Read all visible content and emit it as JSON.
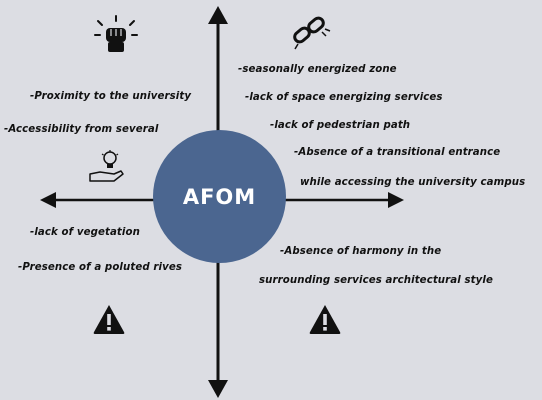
{
  "center_label": "AFOM",
  "quadrants": {
    "top_left": {
      "icon": "raised-fist-icon",
      "items": [
        "-Proximity to the university",
        "-Accessibility from several"
      ]
    },
    "top_right": {
      "icon": "chain-link-icon",
      "items": [
        "-seasonally energized zone",
        "-lack of space energizing services",
        "-lack of pedestrian path",
        "-Absence of a transitional entrance",
        "while accessing the university campus"
      ]
    },
    "bottom_left": {
      "icon": "warning-triangle-icon",
      "side_icon": "hand-with-lightbulb-icon",
      "items": [
        "-lack of vegetation",
        "-Presence of a poluted rives"
      ]
    },
    "bottom_right": {
      "icon": "warning-triangle-icon",
      "items": [
        "-Absence of harmony in the",
        "surrounding services architectural style"
      ]
    }
  },
  "colors": {
    "background": "#dcdde3",
    "circle": "#4b6690",
    "text": "#111111"
  }
}
